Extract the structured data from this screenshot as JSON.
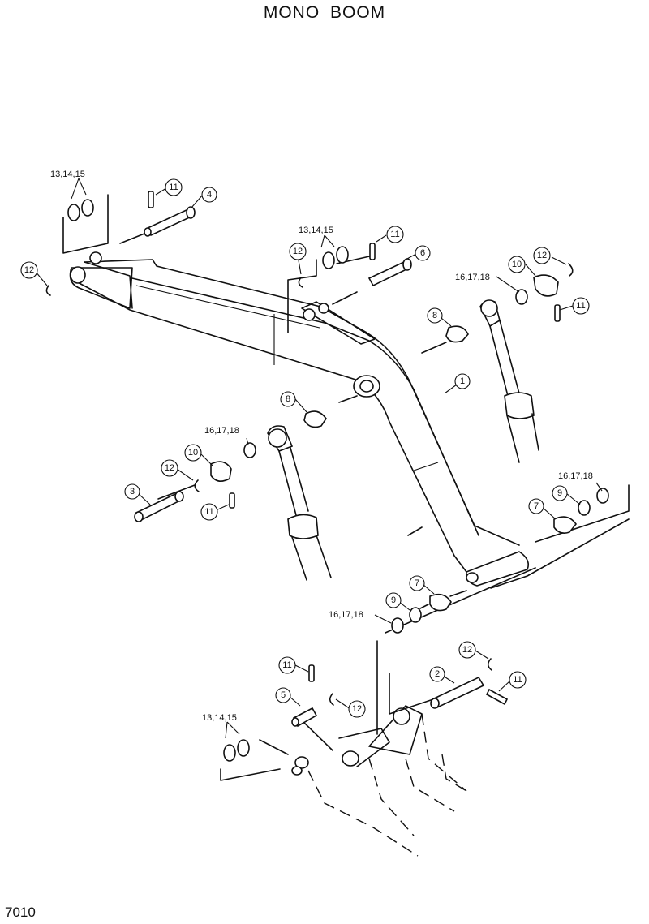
{
  "title": "MONO  BOOM",
  "page_number": "7010",
  "callouts": {
    "c1": "1",
    "c2": "2",
    "c3": "3",
    "c4": "4",
    "c5": "5",
    "c6": "6",
    "c7a": "7",
    "c7b": "7",
    "c8a": "8",
    "c8b": "8",
    "c9a": "9",
    "c9b": "9",
    "c10a": "10",
    "c10b": "10",
    "c11a": "11",
    "c11b": "11",
    "c11c": "11",
    "c11d": "11",
    "c11e": "11",
    "c11f": "11",
    "c12a": "12",
    "c12b": "12",
    "c12c": "12",
    "c12d": "12",
    "c12e": "12",
    "c12f": "12"
  },
  "groups": {
    "g1": "13,14,15",
    "g2": "13,14,15",
    "g3": "13,14,15",
    "g4": "16,17,18",
    "g5": "16,17,18",
    "g6": "16,17,18",
    "g7": "16,17,18"
  }
}
